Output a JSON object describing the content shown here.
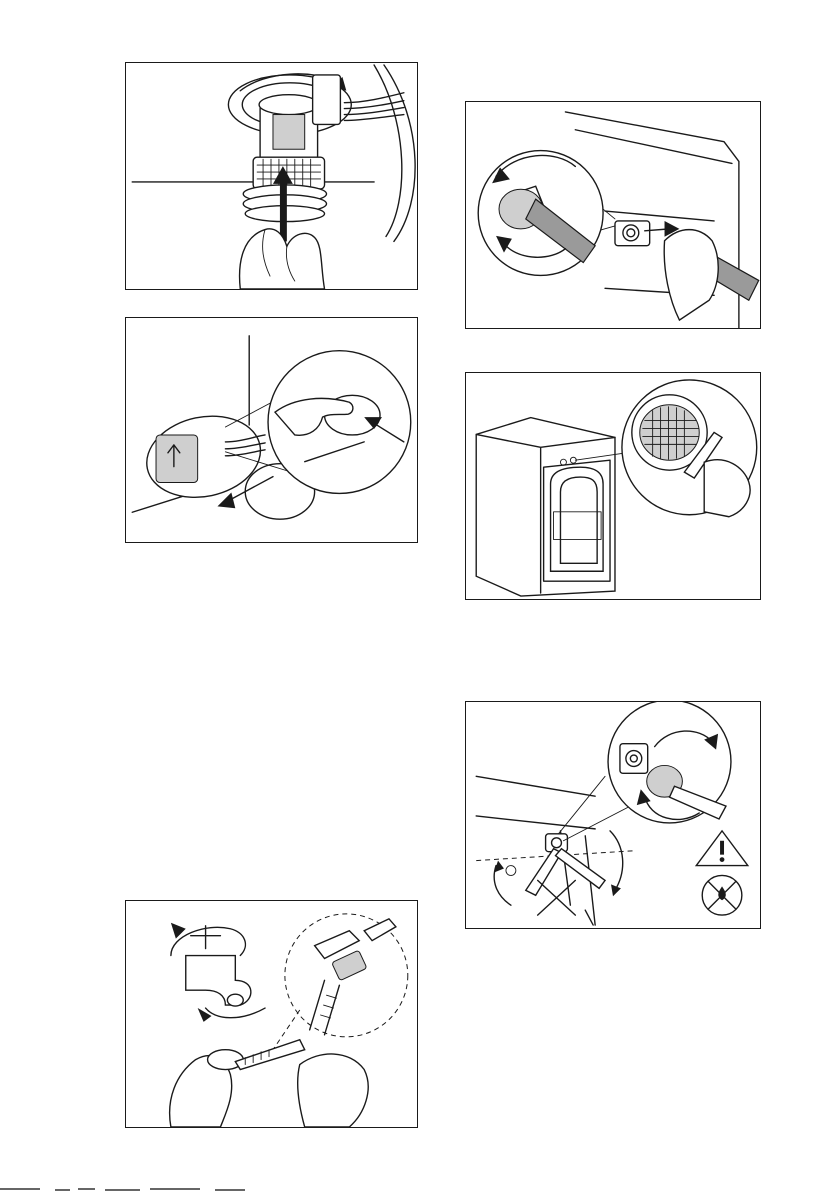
{
  "page": {
    "figures": [
      {
        "id": "filter-removal",
        "caption": ""
      },
      {
        "id": "filter-cover-press",
        "caption": ""
      },
      {
        "id": "tap-hose-filter-cleaning",
        "caption": ""
      },
      {
        "id": "inlet-hose-unscrew",
        "caption": ""
      },
      {
        "id": "valve-filter-brush",
        "caption": ""
      },
      {
        "id": "hose-angle-refit",
        "caption": ""
      }
    ],
    "icons": [
      "rotation-arrow-icon",
      "pull-arrow-icon",
      "warning-triangle-icon",
      "no-water-icon"
    ]
  }
}
